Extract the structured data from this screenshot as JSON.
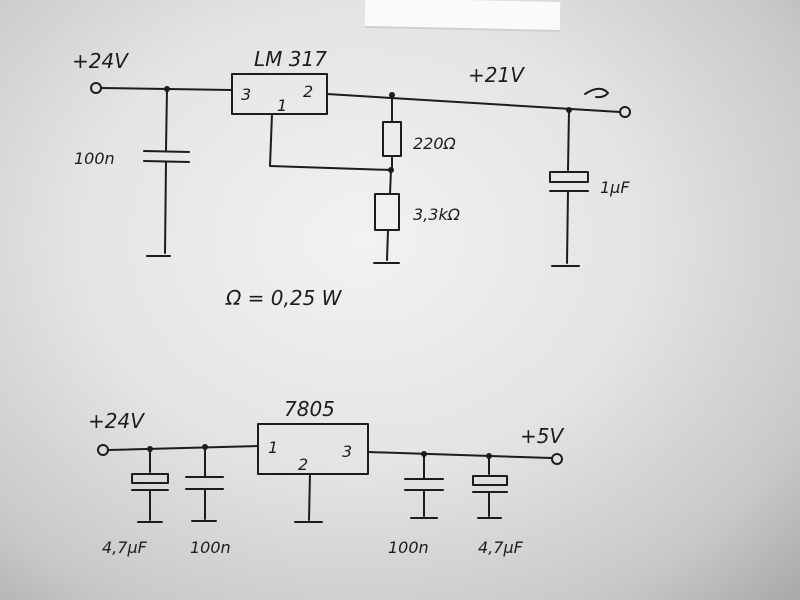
{
  "labels": {
    "top_vin": "+24V",
    "top_vout": "+21V",
    "lm317": "LM 317",
    "lm317_pin3": "3",
    "lm317_pin2": "2",
    "lm317_pin1": "1",
    "top_cin": "100n",
    "r1": "220Ω",
    "r2": "3,3kΩ",
    "top_cout": "1µF",
    "power_note": "Ω = 0,25 W",
    "bot_vin": "+24V",
    "ic_7805": "7805",
    "ic_pin1": "1",
    "ic_pin2": "2",
    "ic_pin3": "3",
    "bot_vout": "+5V",
    "bot_c1": "4,7µF",
    "bot_c2": "100n",
    "bot_c3": "100n",
    "bot_c4": "4,7µF"
  }
}
